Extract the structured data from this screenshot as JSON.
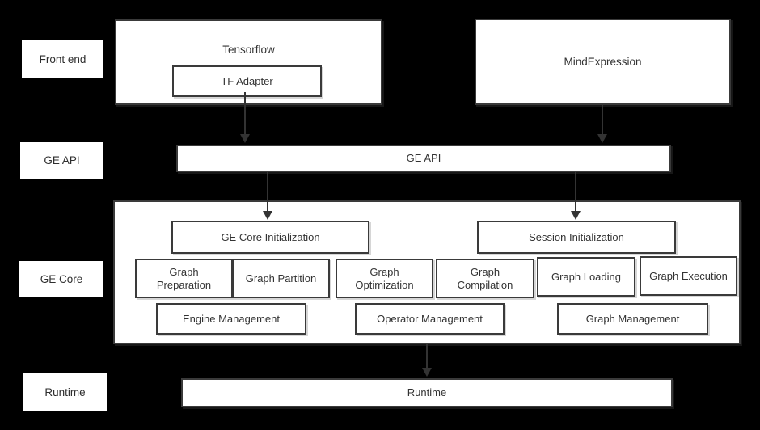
{
  "colors": {
    "background": "#000000",
    "box_fill": "#ffffff",
    "box_border": "#3a3a3a",
    "text": "#333333",
    "arrow": "#333333"
  },
  "row_labels": {
    "front_end": "Front end",
    "ge_api": "GE API",
    "ge_core": "GE Core",
    "runtime": "Runtime"
  },
  "front_end": {
    "tensorflow_title": "Tensorflow",
    "tf_adapter": "TF Adapter",
    "mindexpression_title": "MindExpression"
  },
  "ge_api_bar": {
    "label": "GE API"
  },
  "ge_core": {
    "ge_core_initialization": "GE Core Initialization",
    "session_initialization": "Session Initialization",
    "stages": [
      "Graph Preparation",
      "Graph Partition",
      "Graph Optimization",
      "Graph Compilation",
      "Graph Loading",
      "Graph Execution"
    ],
    "management": [
      "Engine Management",
      "Operator Management",
      "Graph Management"
    ]
  },
  "runtime_bar": {
    "label": "Runtime"
  }
}
